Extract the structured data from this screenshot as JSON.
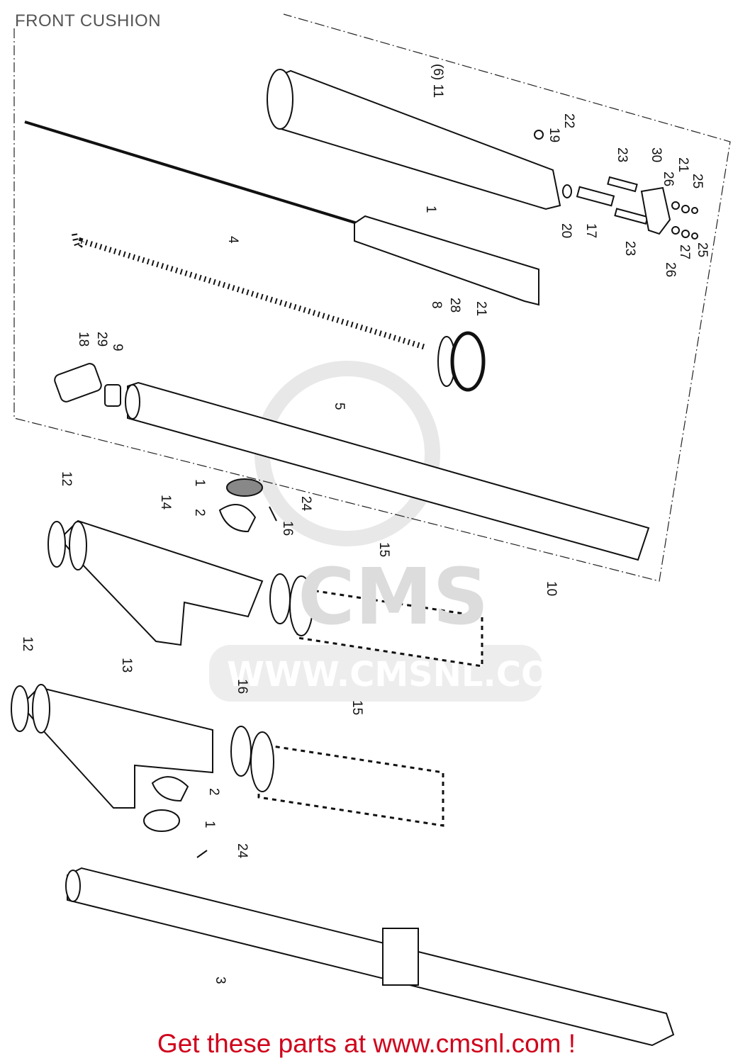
{
  "title": "FRONT CUSHION",
  "footer": "Get these parts at www.cmsnl.com !",
  "watermark": {
    "text": "WWW.CMSNL.COM",
    "logo": "CMS"
  },
  "parts": [
    "(6) 11",
    "22",
    "19",
    "23",
    "30",
    "26",
    "21",
    "25",
    "1",
    "20",
    "17",
    "23",
    "26",
    "27",
    "25",
    "4",
    "8",
    "28",
    "21",
    "18",
    "29",
    "9",
    "5",
    "12",
    "14",
    "1",
    "2",
    "24",
    "16",
    "15",
    "10",
    "12",
    "13",
    "16",
    "15",
    "2",
    "1",
    "24",
    "3"
  ],
  "colors": {
    "footer": "#d0021b",
    "title": "#555555",
    "line": "#111111"
  }
}
